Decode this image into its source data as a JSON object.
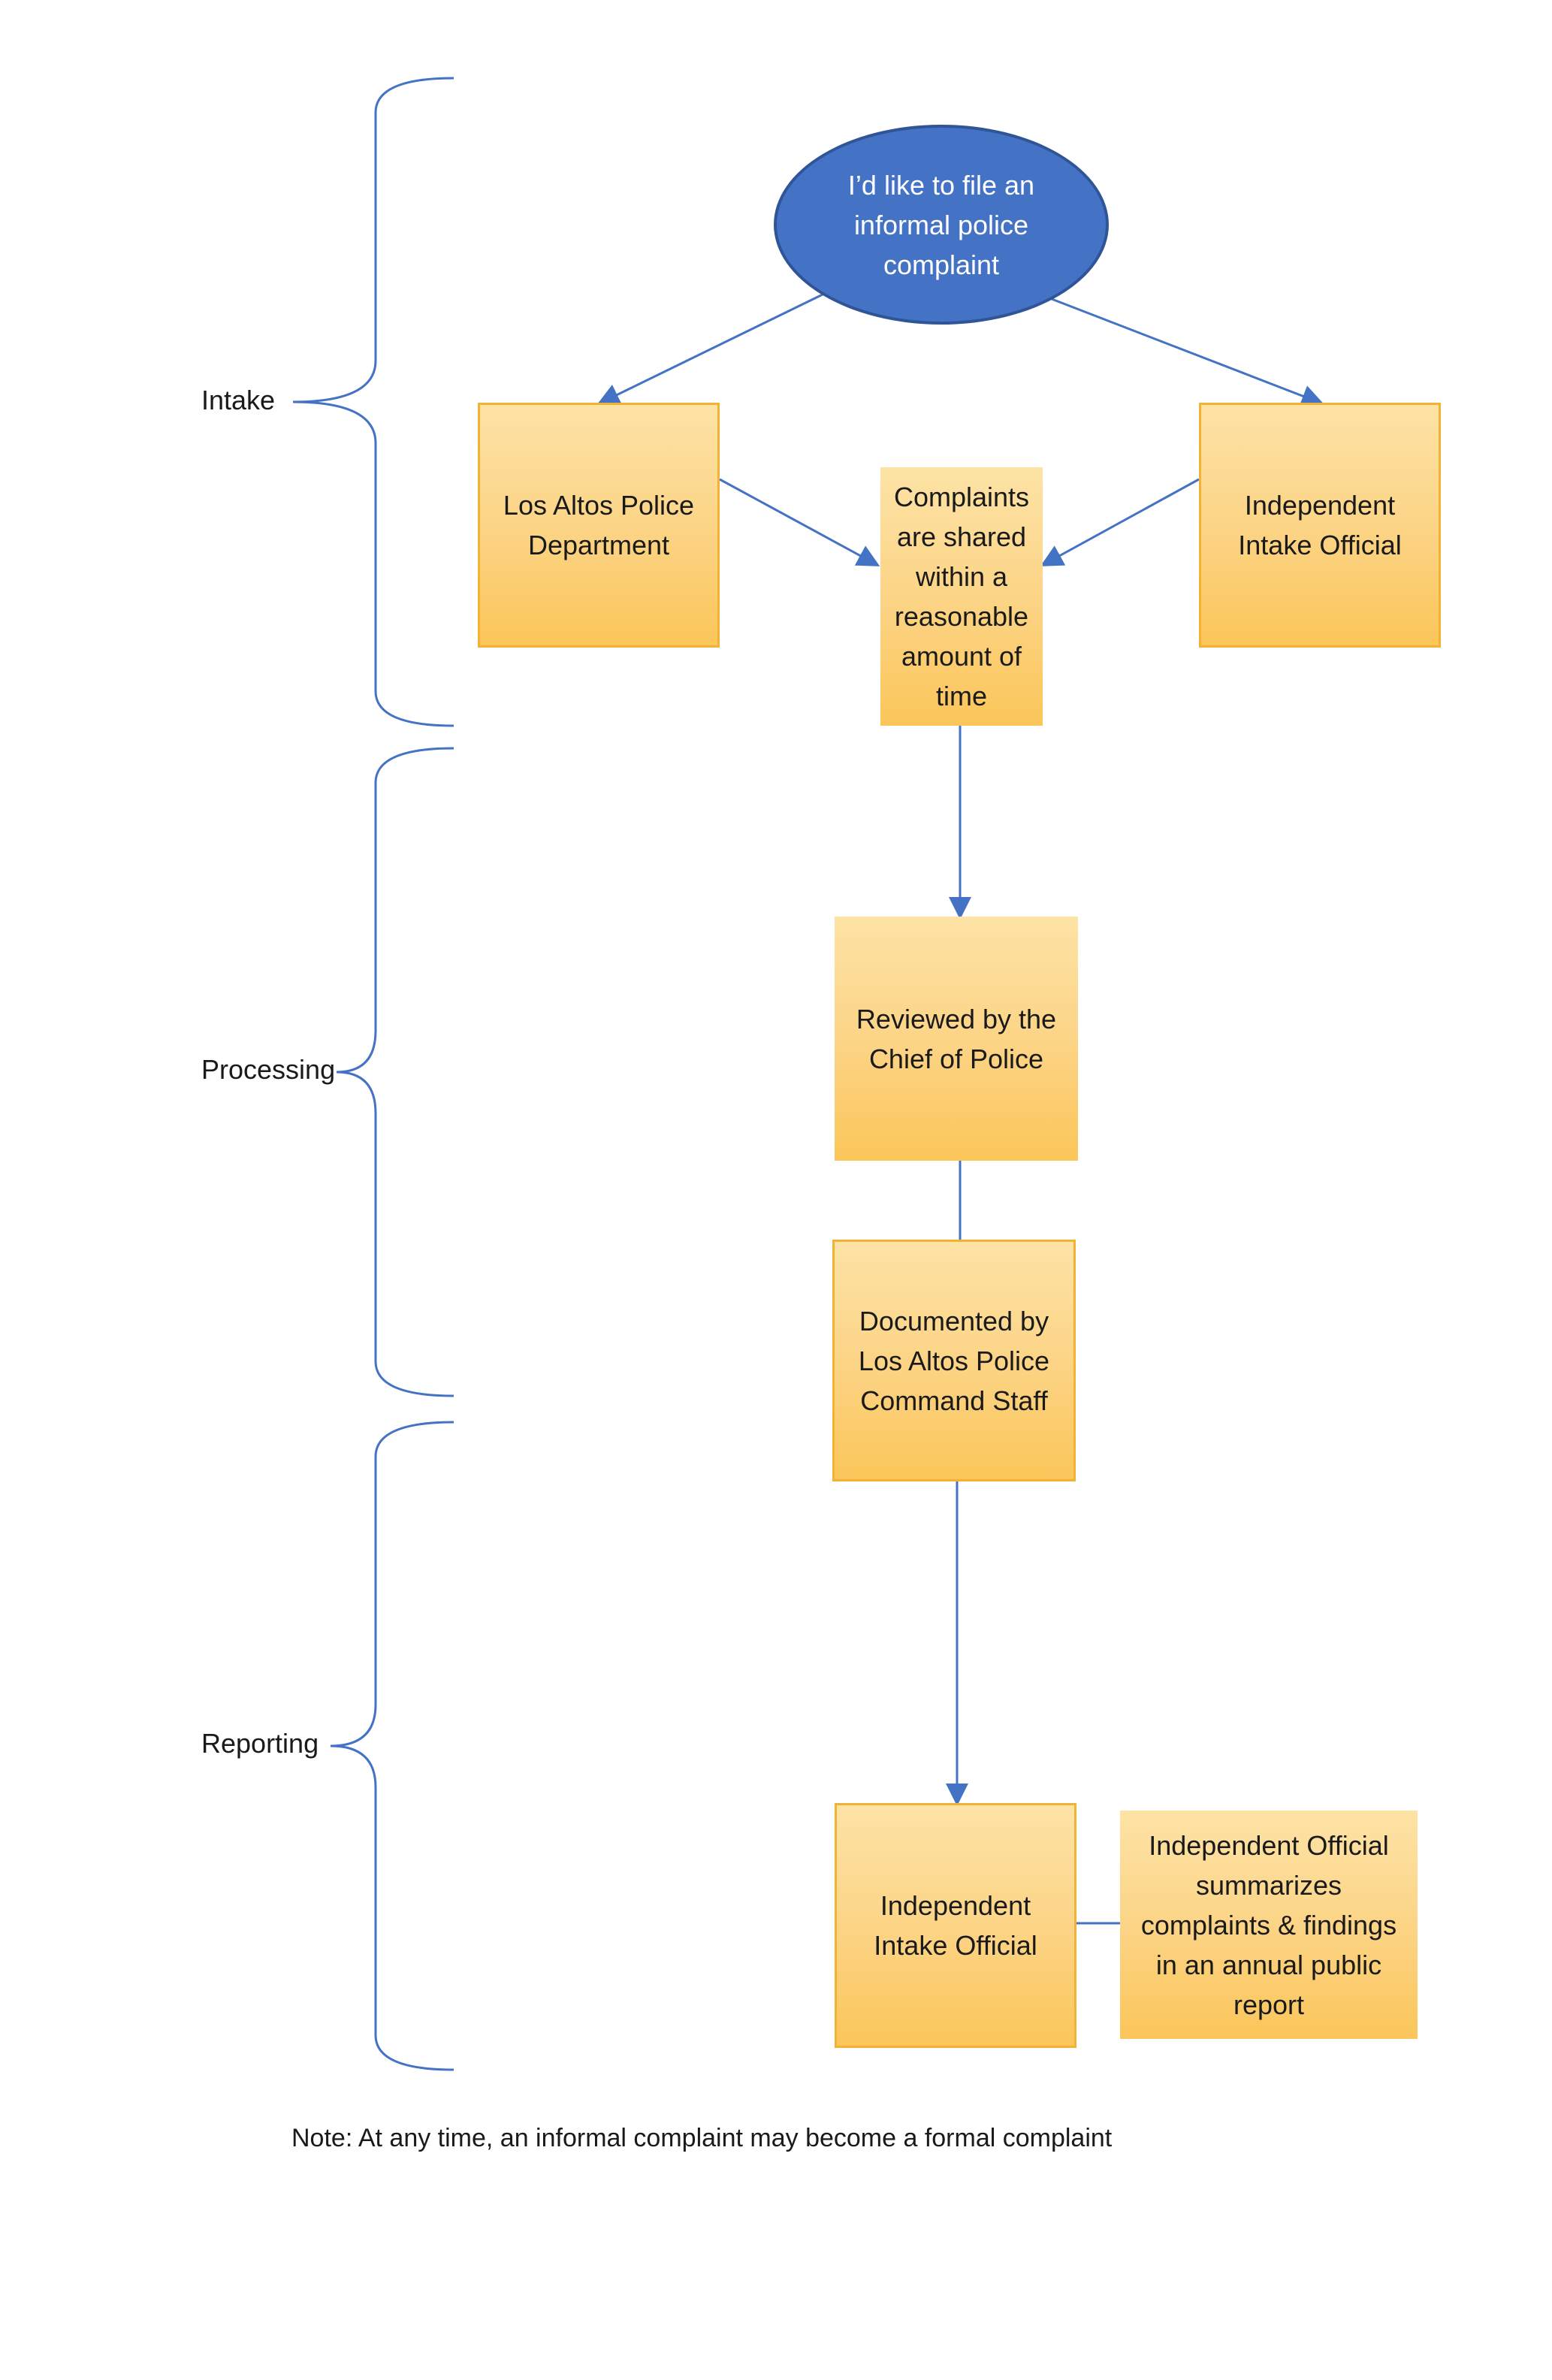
{
  "phases": {
    "intake": "Intake",
    "processing": "Processing",
    "reporting": "Reporting"
  },
  "nodes": {
    "start": "I’d like to file an informal police complaint",
    "los_altos_pd": "Los Altos Police Department",
    "intake_official_top": "Independent Intake Official",
    "shared": "Complaints are shared within a reasonable amount of time",
    "reviewed": "Reviewed by the Chief of Police",
    "documented": "Documented by Los Altos Police Command Staff",
    "intake_official_bottom": "Independent Intake Official",
    "annual_report": "Independent Official summarizes complaints & findings in an annual public report"
  },
  "note": "Note: At any time, an informal complaint may become a formal complaint",
  "colors": {
    "connector": "#4472c4",
    "oval_fill": "#4472c4",
    "box_fill": "#fcd383",
    "box_border": "#f2b233"
  }
}
